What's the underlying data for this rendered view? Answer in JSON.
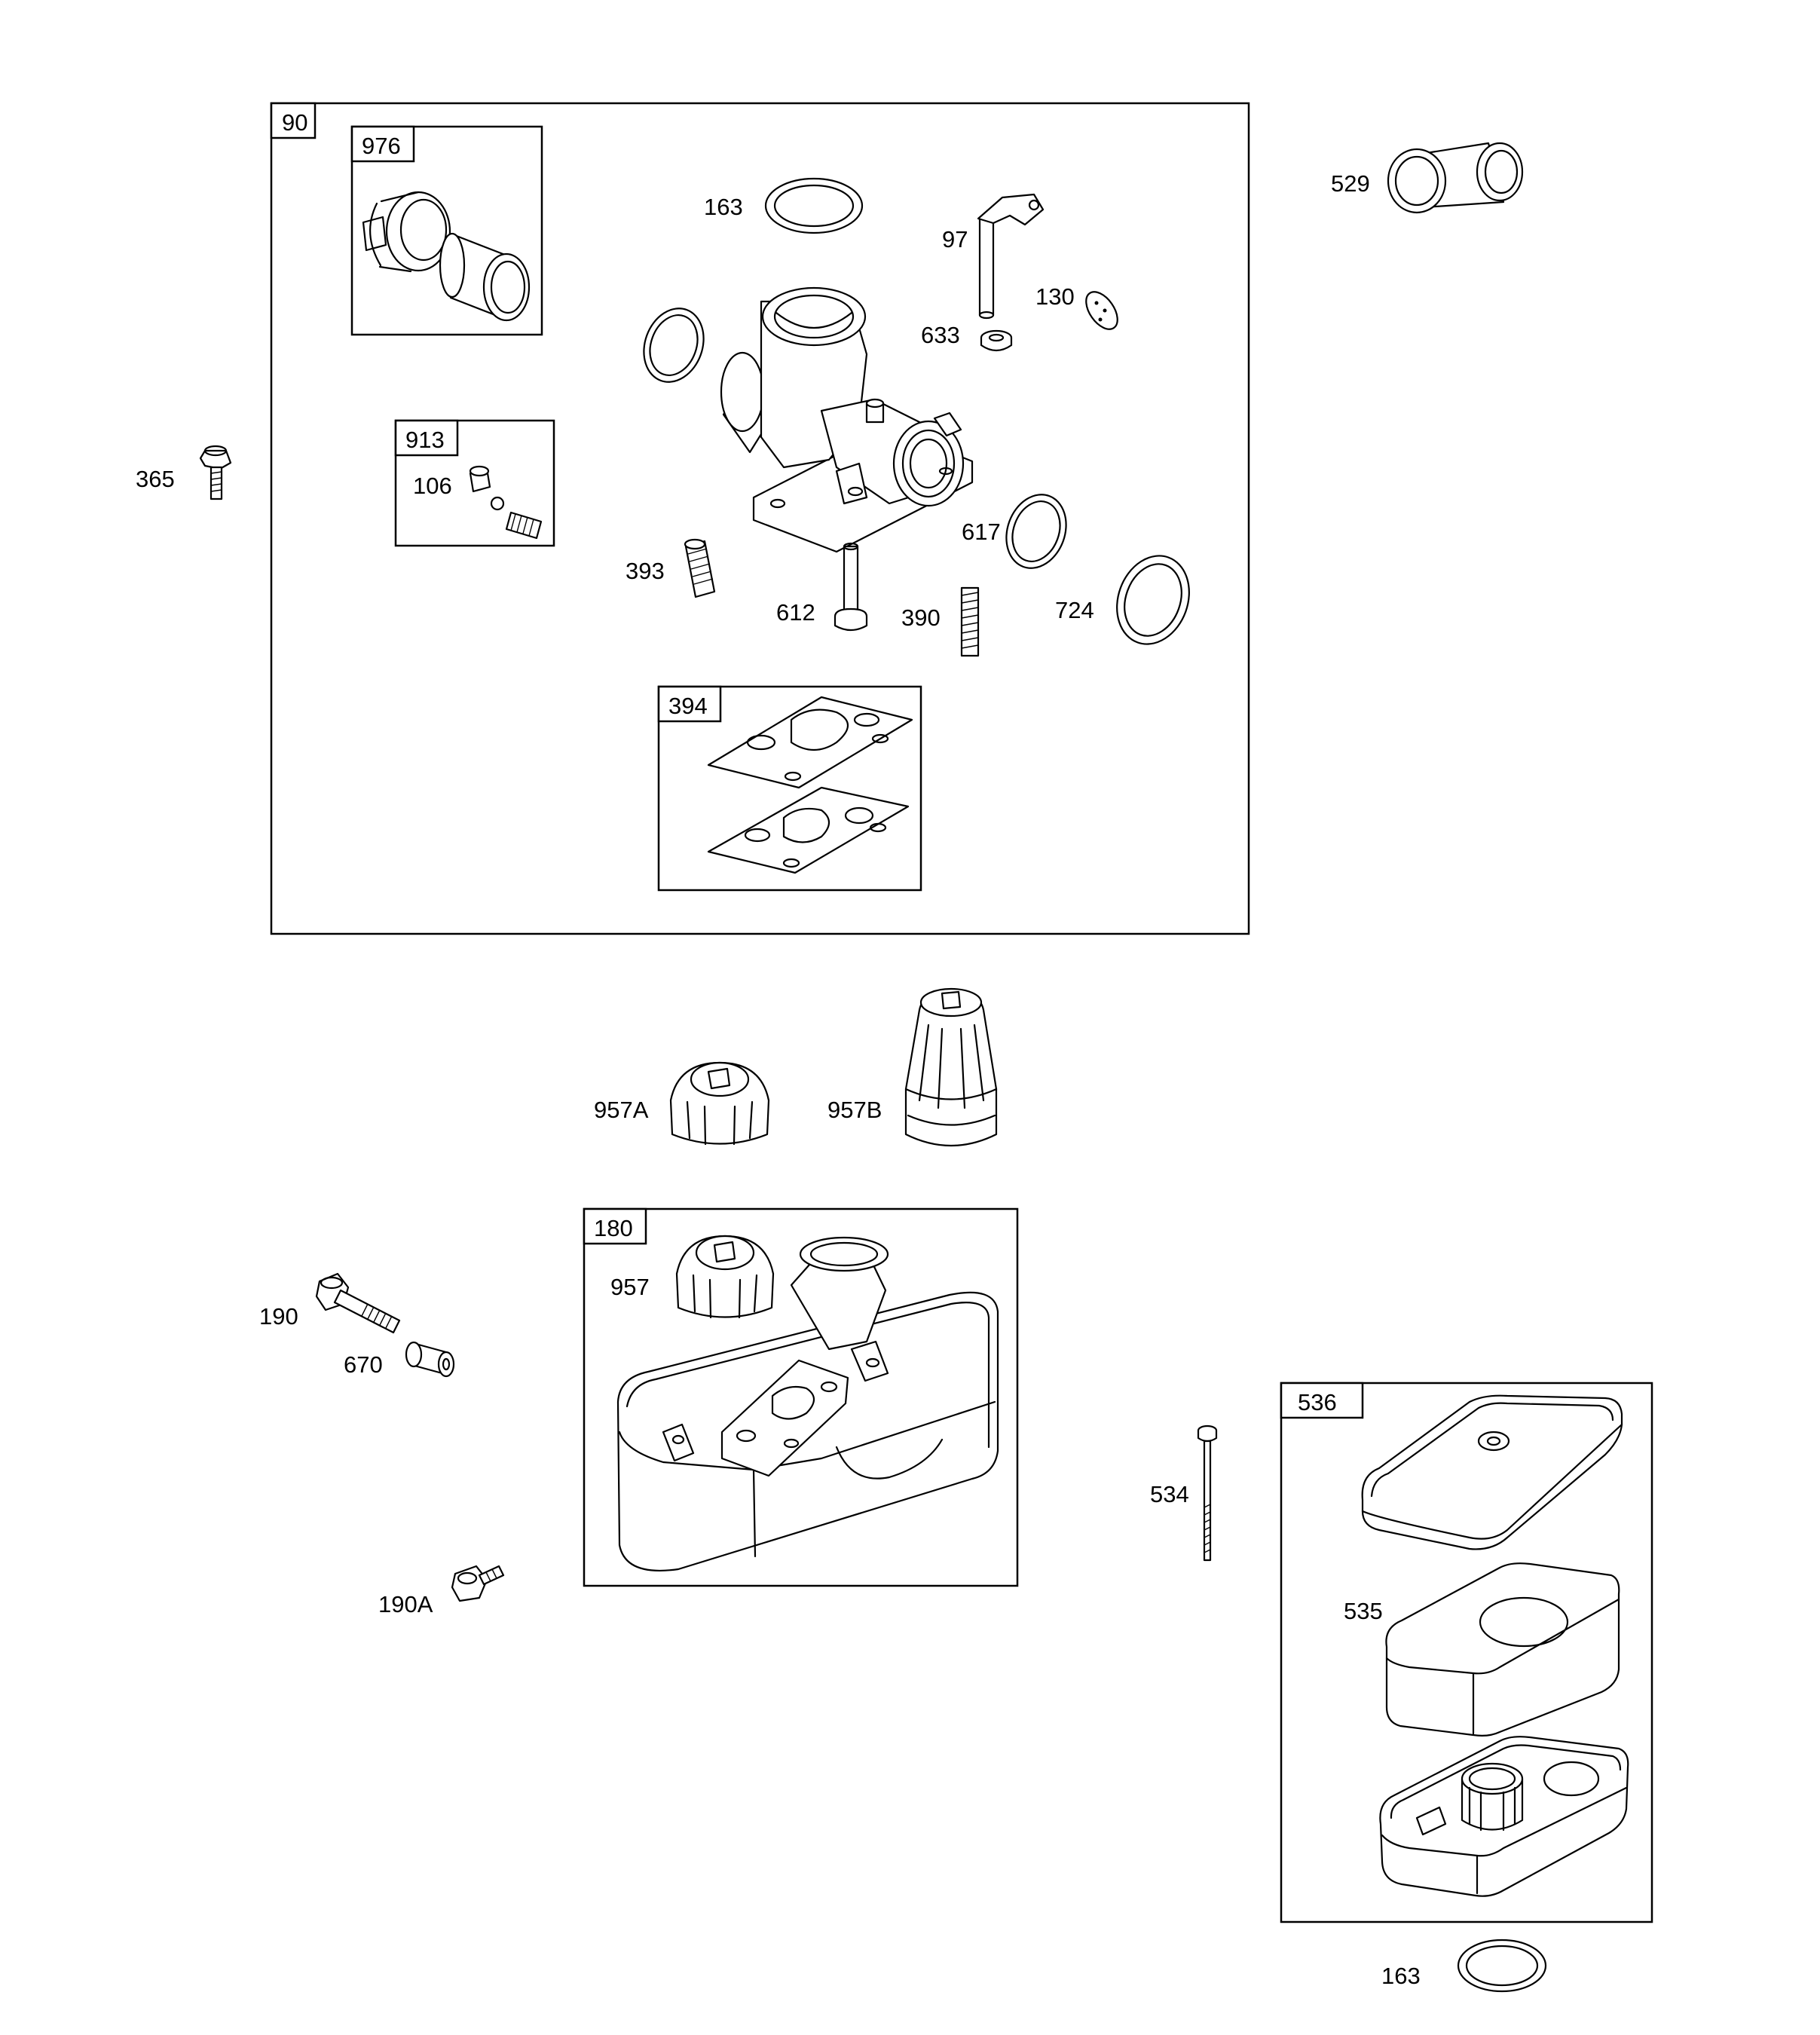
{
  "groups": {
    "g90": "90",
    "g976": "976",
    "g913": "913",
    "g394": "394",
    "g180": "180",
    "g536": "536"
  },
  "callouts": {
    "c163_top": "163",
    "c97": "97",
    "c130": "130",
    "c633": "633",
    "c106": "106",
    "c393": "393",
    "c612": "612",
    "c390": "390",
    "c617": "617",
    "c724": "724",
    "c529": "529",
    "c365": "365",
    "c957A": "957A",
    "c957B": "957B",
    "c957": "957",
    "c190": "190",
    "c670": "670",
    "c190A": "190A",
    "c534": "534",
    "c535": "535",
    "c163_bottom": "163"
  }
}
